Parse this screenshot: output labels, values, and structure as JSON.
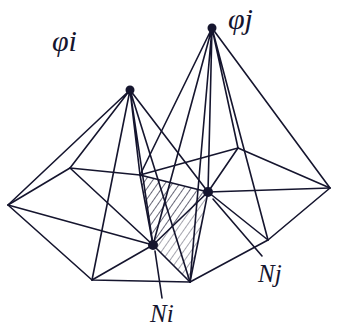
{
  "diagram": {
    "labels": [
      "φi",
      "φj",
      "Ni",
      "Nj"
    ]
  }
}
